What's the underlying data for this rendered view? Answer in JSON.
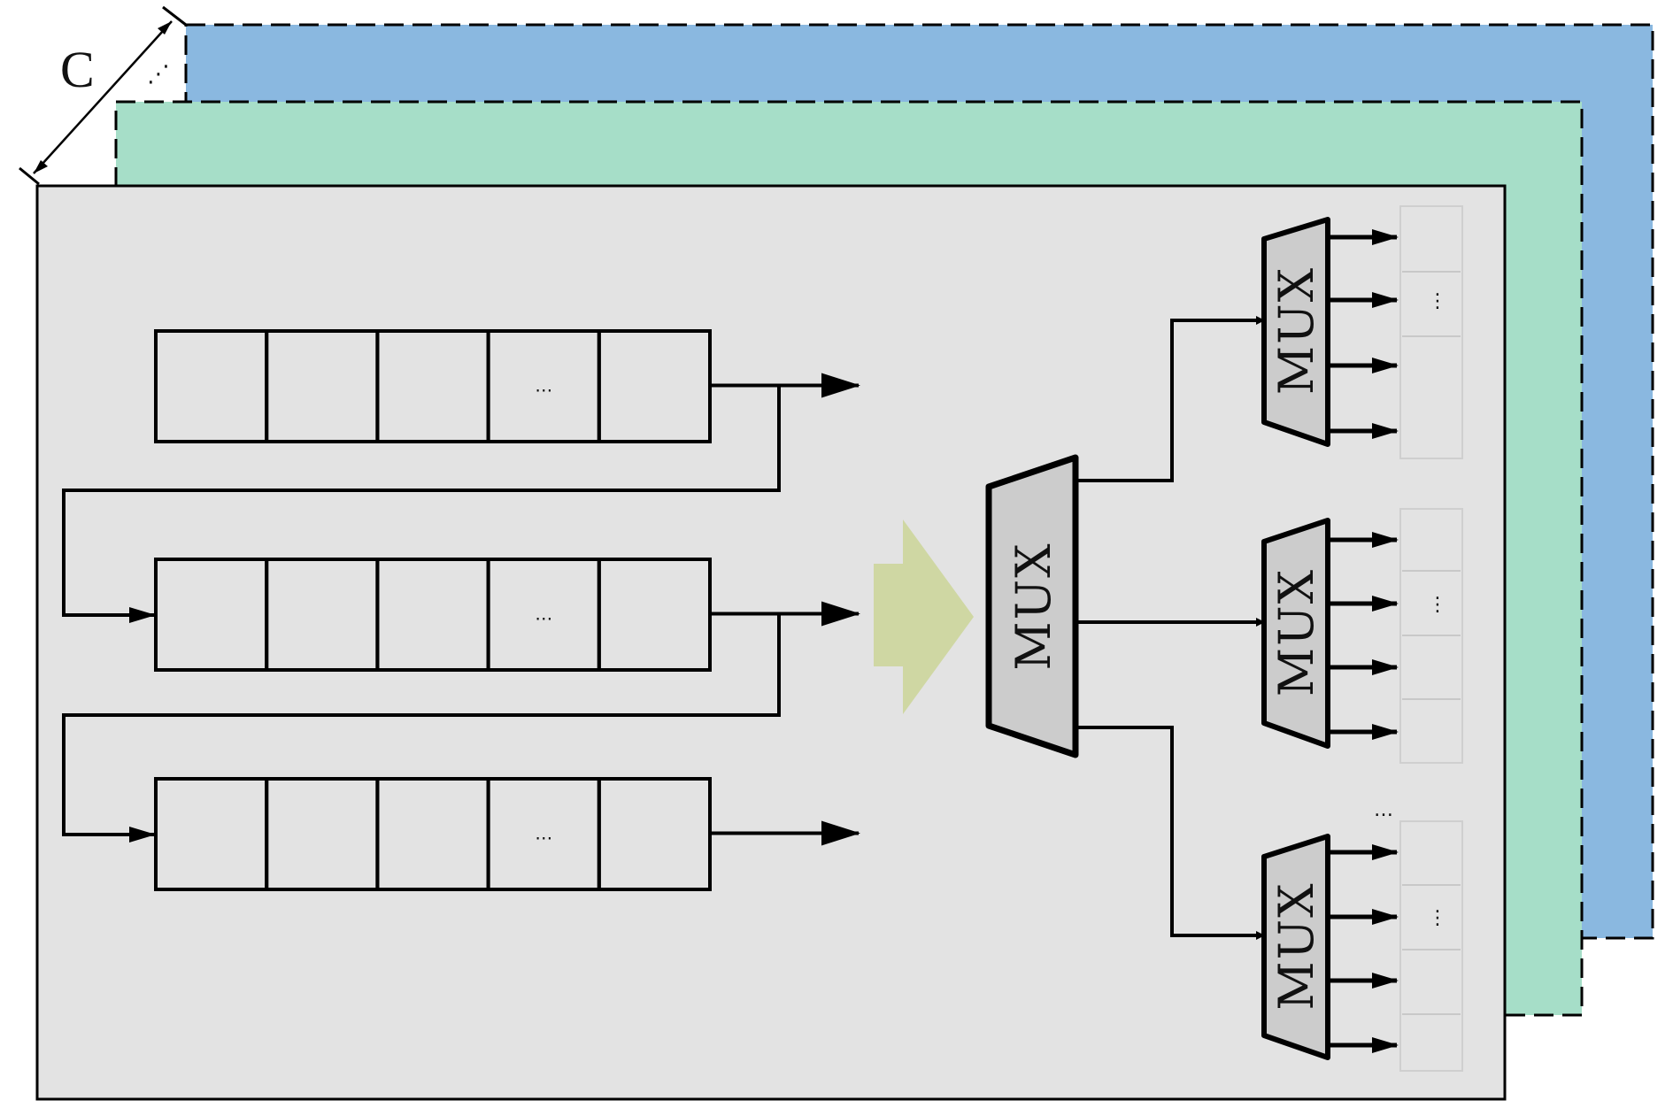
{
  "diagram": {
    "dimension_label": "C",
    "layer_ellipsis": "⋰",
    "layers": [
      {
        "name": "channel-back",
        "color": "#8ab8e0",
        "border": "dashed"
      },
      {
        "name": "channel-middle",
        "color": "#a6dec8",
        "border": "dashed"
      },
      {
        "name": "channel-front",
        "color": "#e3e3e3",
        "border": "solid"
      }
    ],
    "register_rows": [
      {
        "cells": [
          "",
          "",
          "",
          "…",
          ""
        ]
      },
      {
        "cells": [
          "",
          "",
          "",
          "…",
          ""
        ]
      },
      {
        "cells": [
          "",
          "",
          "",
          "…",
          ""
        ]
      }
    ],
    "main_mux": {
      "label": "MUX",
      "fill": "#cccccc"
    },
    "big_arrow_color": "#cfd7a3",
    "sub_muxes": [
      {
        "label": "MUX",
        "outputs": 4,
        "buffer_ellipsis": "⋮"
      },
      {
        "label": "MUX",
        "outputs": 4,
        "buffer_ellipsis": "⋮"
      },
      {
        "label": "MUX",
        "outputs": 4,
        "buffer_ellipsis": "⋮"
      }
    ],
    "sub_mux_gap_ellipsis": "…"
  }
}
